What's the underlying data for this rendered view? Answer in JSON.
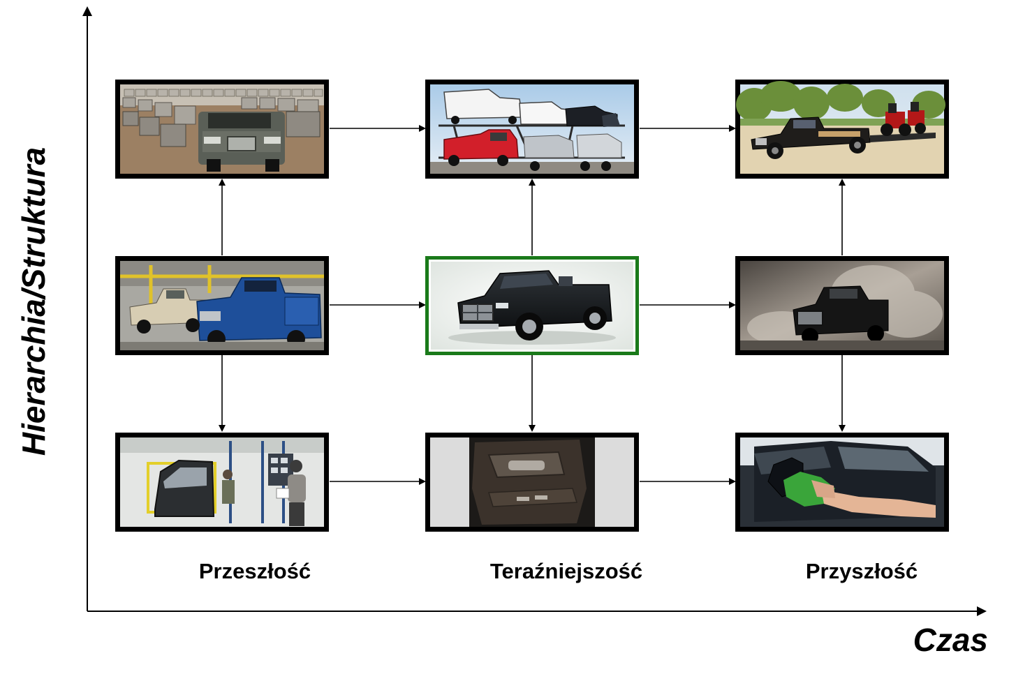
{
  "axes": {
    "y_title": "Hierarchia/Struktura",
    "x_title": "Czas"
  },
  "columns": [
    {
      "key": "past",
      "label": "Przeszłość"
    },
    {
      "key": "present",
      "label": "Teraźniejszość"
    },
    {
      "key": "future",
      "label": "Przyszłość"
    }
  ],
  "rows": [
    "upper",
    "middle",
    "lower"
  ],
  "cells": [
    {
      "id": "past-upper",
      "subject": "rows of pickup trucks in a parking lot"
    },
    {
      "id": "present-upper",
      "subject": "car carrier trailer loaded with pickup trucks"
    },
    {
      "id": "future-upper",
      "subject": "pickup truck towing tractors on a trailer"
    },
    {
      "id": "past-middle",
      "subject": "pickup trucks on an assembly line"
    },
    {
      "id": "present-middle",
      "subject": "black pickup truck",
      "highlighted": true
    },
    {
      "id": "future-middle",
      "subject": "pickup truck driving through dust"
    },
    {
      "id": "past-lower",
      "subject": "worker assembling a truck door"
    },
    {
      "id": "present-lower",
      "subject": "truck interior door panel"
    },
    {
      "id": "future-lower",
      "subject": "hand polishing car with green cloth"
    }
  ],
  "colors": {
    "frame": "#000000",
    "highlight_frame": "#1a7a1a",
    "cloth_green": "#3aa53a"
  }
}
